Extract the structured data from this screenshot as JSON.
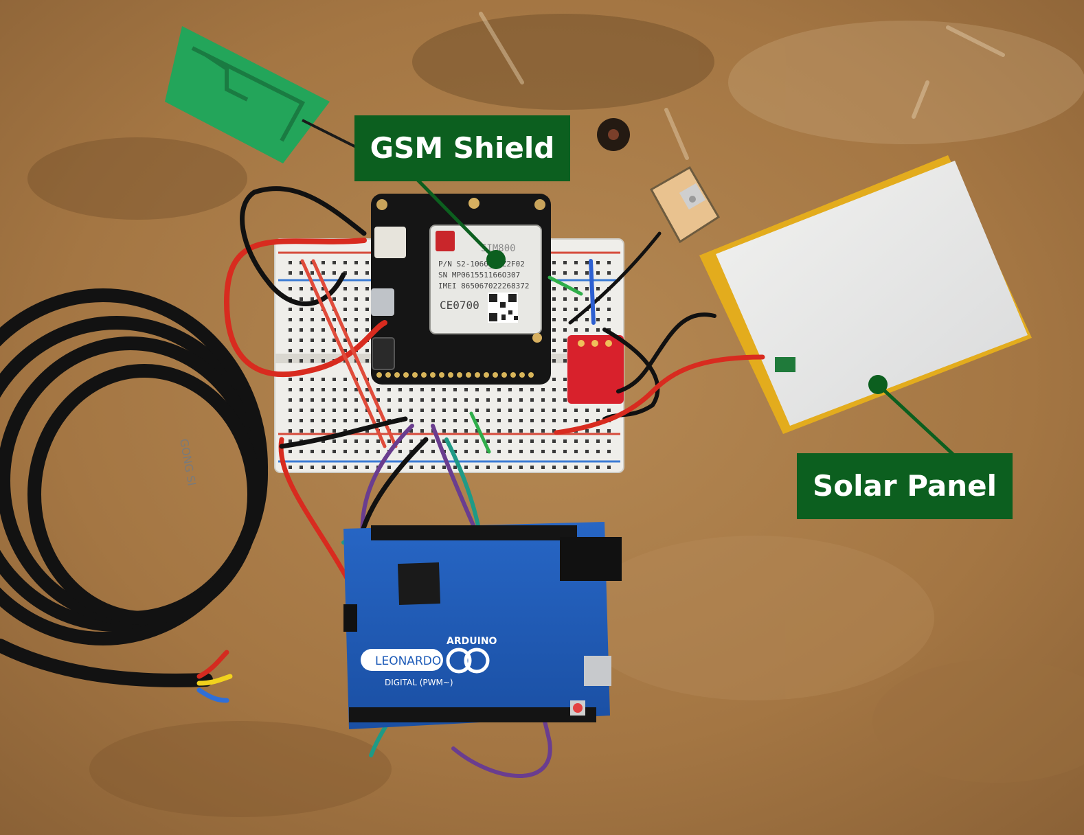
{
  "colors": {
    "callout_background": "#0c5f1f",
    "callout_text": "#ffffff",
    "table_surface": "#a97c49",
    "arduino_blue": "#1d5bb8",
    "antenna_green": "#23a55a",
    "battery_gold": "#e3ac1d"
  },
  "icons": [
    "gsm-antenna-icon",
    "gps-antenna-icon",
    "arduino-logo-icon"
  ],
  "callouts": {
    "gsm": "GSM Shield",
    "solar": "Solar Panel"
  },
  "chip": {
    "model": "SIM800",
    "pn": "P/N S2-1060__-Z2F02",
    "sn": "SN MP061551166O307",
    "imei": "IMEI 865067022268372",
    "ce": "CE0700"
  },
  "arduino": {
    "brand": "ARDUINO",
    "model": "LEONARDO",
    "digital": "DIGITAL (PWM~)"
  },
  "cable_print": "GONG SI"
}
